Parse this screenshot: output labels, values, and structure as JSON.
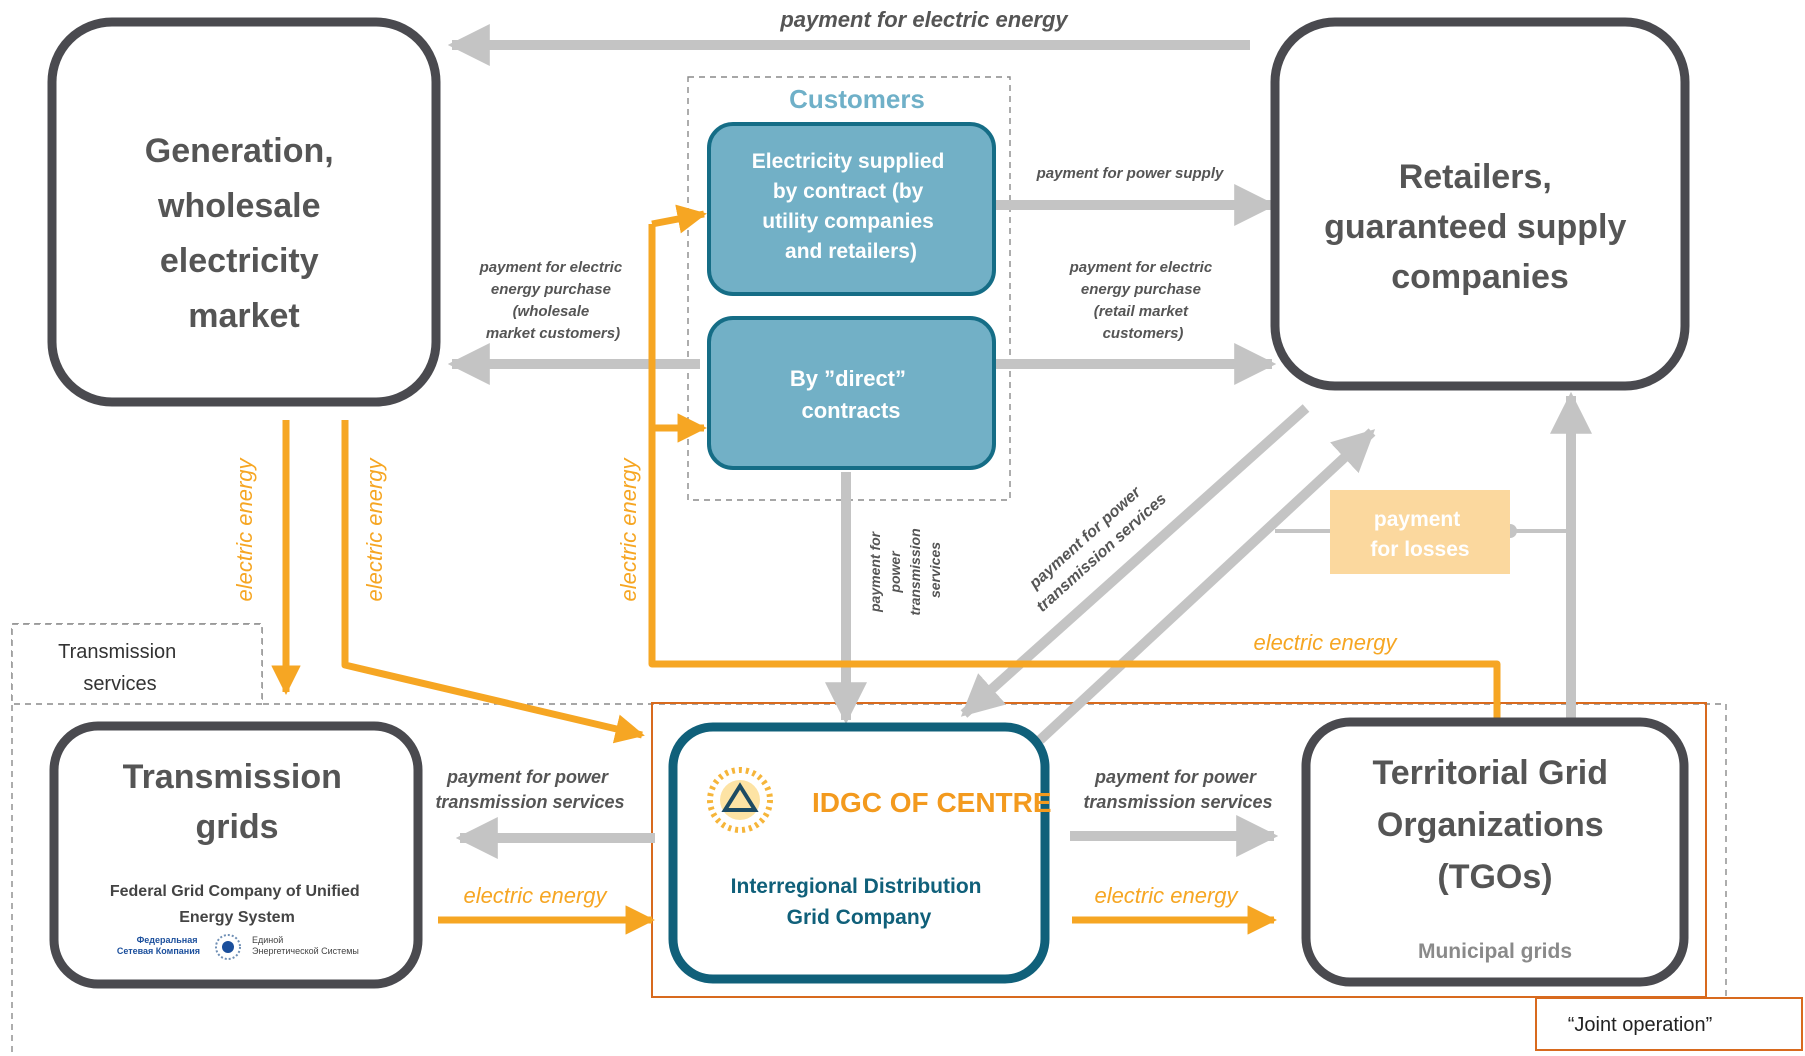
{
  "colors": {
    "gray_arrow": "#c4c4c4",
    "orange": "#f6a623",
    "box_border": "#4a4a4f",
    "customer_fill": "#72b0c6",
    "customer_border": "#156d86",
    "idgc_border": "#10607a",
    "idgc_text": "#10607a",
    "customers_title": "#6fb0c8",
    "losses_fill": "#fbd89e",
    "joint_border": "#d86a1e"
  },
  "boxes": {
    "generation": [
      "Generation,",
      "wholesale",
      "electricity",
      "market"
    ],
    "retailers": [
      "Retailers,",
      "guaranteed supply",
      "companies"
    ],
    "transmission": {
      "title": [
        "Transmission",
        "grids"
      ],
      "subtitle": [
        "Federal Grid Company of Unified",
        "Energy System"
      ],
      "logo_left": [
        "Федеральная",
        "Сетевая Компания"
      ],
      "logo_right": [
        "Единой",
        "Энергетической Системы"
      ]
    },
    "idgc": {
      "logo_text": "IDGC OF CENTRE",
      "name": [
        "Interregional Distribution",
        "Grid Company"
      ]
    },
    "tgo": {
      "title": [
        "Territorial Grid",
        "Organizations",
        "(TGOs)"
      ],
      "subtitle": "Municipal grids"
    }
  },
  "customers": {
    "title": "Customers",
    "contract_box": [
      "Electricity supplied",
      "by contract (by",
      "utility companies",
      "and retailers)"
    ],
    "direct_box": [
      "By ”direct”",
      "contracts"
    ]
  },
  "labels": {
    "top_payment": "payment for electric energy",
    "power_supply": "payment for power supply",
    "wholesale_purchase": [
      "payment for electric",
      "energy purchase",
      "(wholesale",
      "market customers)"
    ],
    "retail_purchase": [
      "payment for electric",
      "energy purchase",
      "(retail market",
      "customers)"
    ],
    "electric_energy": "electric energy",
    "transmission_vertical": [
      "payment  for",
      "power",
      "transmission",
      "services"
    ],
    "transmission_diagonal": [
      "payment for power",
      "transmission services"
    ],
    "left_payment": [
      "payment for power",
      "transmission services"
    ],
    "right_payment": [
      "payment for power",
      "transmission services"
    ],
    "losses": [
      "payment",
      "for losses"
    ],
    "transmission_services": [
      "Transmission",
      "services"
    ],
    "joint_operation": "“Joint operation”"
  }
}
